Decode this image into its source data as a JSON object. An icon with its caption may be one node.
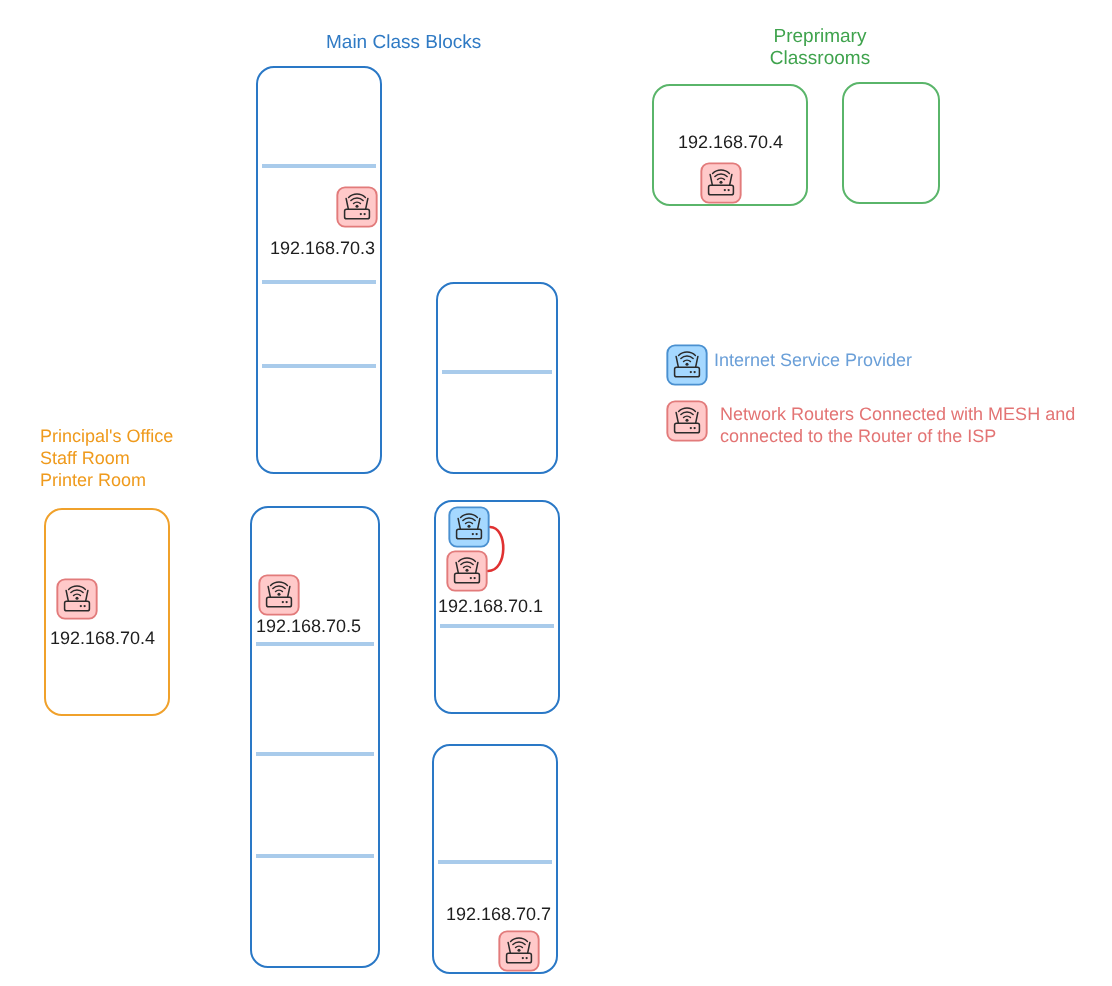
{
  "diagram": {
    "nodes": [
      {
        "text": [
          "192.168.70.3"
        ]
      },
      {
        "text": [],
        "shape": "picture",
        "in": 0
      },
      {
        "text": [
          "192.168.70.4"
        ]
      },
      {
        "text": [],
        "shape": "picture",
        "in": 2
      },
      {
        "text": [],
        "shape": "box"
      },
      {
        "text": [],
        "shape": "box"
      },
      {
        "text": [
          "Principal's Office",
          "Staff Room",
          "Printer Room",
          "192.168.70.4"
        ]
      },
      {
        "text": [],
        "shape": "picture",
        "in": 6
      },
      {
        "text": [
          "192.168.70.5"
        ]
      },
      {
        "text": [],
        "shape": "picture",
        "in": 8
      },
      {
        "text": [
          "192.168.70.1"
        ]
      },
      {
        "text": [],
        "shape": "picture",
        "in": 10
      },
      {
        "text": [],
        "shape": "picture",
        "in": 10
      },
      {
        "text": [
          "192.168.70.7"
        ]
      },
      {
        "text": [],
        "shape": "picture",
        "in": 13
      }
    ],
    "edges": [
      {
        "from": 11,
        "to": 12,
        "arrow": "none",
        "color": "#e03131"
      }
    ],
    "labels": [
      "Main Class Blocks",
      "Preprimary Classrooms"
    ],
    "legend": [
      {
        "text": "Internet Service Provider"
      },
      {
        "text": "Network Routers Connected with MESH and connected to the Router of the ISP"
      }
    ]
  }
}
